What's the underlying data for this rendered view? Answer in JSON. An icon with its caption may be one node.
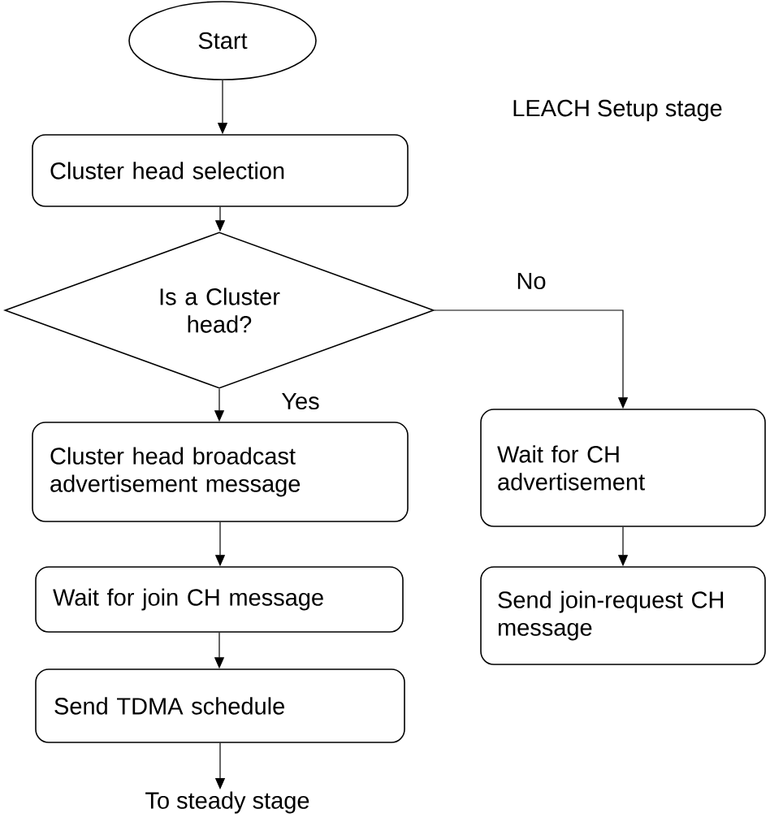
{
  "diagram": {
    "nodes": [
      {
        "text": [
          "Start"
        ]
      },
      {
        "text": [
          "Cluster head selection"
        ]
      },
      {
        "text": [
          "Is a Cluster head?"
        ]
      },
      {
        "text": [
          "Cluster head broadcast advertisement message"
        ]
      },
      {
        "text": [
          "Wait for CH advertisement"
        ]
      },
      {
        "text": [
          "Wait for join CH message"
        ]
      },
      {
        "text": [
          "Send join-request CH message"
        ]
      },
      {
        "text": [
          "Send TDMA schedule"
        ]
      },
      {
        "text": [
          "To steady stage"
        ]
      }
    ],
    "edges": [
      {
        "from": 0,
        "to": 1,
        "arrow": "to"
      },
      {
        "from": 1,
        "to": 2,
        "arrow": "to"
      },
      {
        "from": 2,
        "to": 3,
        "arrow": "to",
        "label": "Yes"
      },
      {
        "from": 2,
        "to": 4,
        "arrow": "to",
        "label": "No"
      },
      {
        "from": 3,
        "to": 5,
        "arrow": "to"
      },
      {
        "from": 4,
        "to": 6,
        "arrow": "to"
      },
      {
        "from": 5,
        "to": 7,
        "arrow": "to"
      },
      {
        "from": 7,
        "to": 8,
        "arrow": "to"
      }
    ],
    "labels": [
      "LEACH Setup stage"
    ]
  }
}
